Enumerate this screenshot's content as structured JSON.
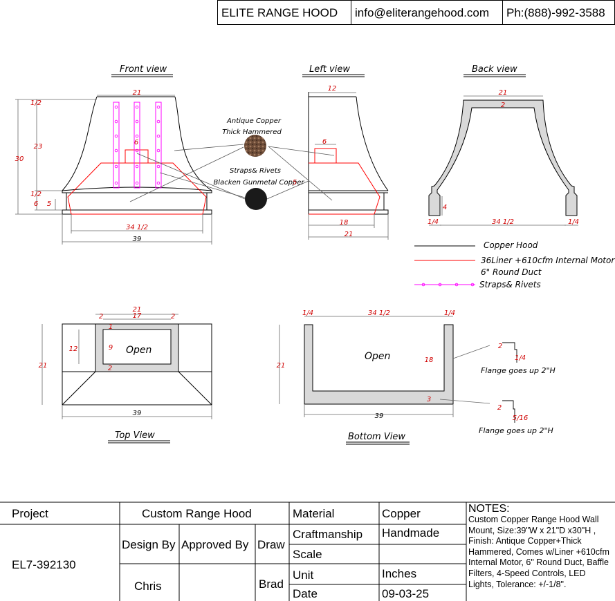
{
  "header": {
    "company": "ELITE RANGE HOOD",
    "email": "info@eliterangehood.com",
    "phone": "Ph:(888)-992-3588"
  },
  "views": {
    "front": "Front view",
    "left": "Left view",
    "back": "Back view",
    "top": "Top View",
    "bottom": "Bottom View"
  },
  "dims": {
    "front_top_width": "21",
    "front_top_lip": "1/2",
    "front_body_h": "23",
    "front_total_h": "30",
    "front_band_lip": "1/2",
    "front_band_6": "6",
    "front_band_5": "5",
    "front_box": "6",
    "front_inner_w": "34 1/2",
    "front_total_w": "39",
    "left_top_w": "12",
    "left_box": "6",
    "left_inner_d": "18",
    "left_total_d": "21",
    "left_side_label": "5",
    "back_top_w": "21",
    "back_top_t": "2",
    "back_4": "4",
    "back_inner_w": "34 1/2",
    "back_left_t": "1/4",
    "back_right_t": "1/4",
    "top_total": "21",
    "top_inner": "17",
    "top_left_2": "2",
    "top_right_2": "2",
    "top_1": "1",
    "top_12": "12",
    "top_9": "9",
    "top_bottom_2": "2",
    "top_depth": "21",
    "top_width": "39",
    "bottom_left_t": "1/4",
    "bottom_inner": "34 1/2",
    "bottom_right_t": "1/4",
    "bottom_depth": "21",
    "bottom_side": "18",
    "bottom_3": "3",
    "bottom_width": "39",
    "flange1_2": "2",
    "flange1_14": "1/4",
    "flange2_2": "2",
    "flange2_516": "5/16"
  },
  "labels": {
    "open_top": "Open",
    "open_bottom": "Open",
    "flange1": "Flange goes up 2\"H",
    "flange2": "Flange goes up 2\"H",
    "material1_l1": "Antique Copper",
    "material1_l2": "Thick Hammered",
    "material2_l1": "Straps& Rivets",
    "material2_l2": "Blacken Gunmetal Copper"
  },
  "legend": {
    "hood": "Copper Hood",
    "liner_l1": "36Liner +610cfm Internal Motor",
    "liner_l2": "6\" Round Duct",
    "straps": "Straps& Rivets"
  },
  "colors": {
    "copper_line": "#000000",
    "liner_line": "#ff0000",
    "straps_line": "#ff00ff",
    "dimension_text": "#d00000",
    "antique_copper": "#6b4a36",
    "gunmetal": "#1a1a1a",
    "section_fill": "#d9d9d9"
  },
  "titleblock": {
    "project_label": "Project",
    "project_value": "Custom Range Hood",
    "project_number": "EL7-392130",
    "design_by_label": "Design By",
    "approved_by_label": "Approved By",
    "draw_label": "Draw",
    "design_by_value": "Chris",
    "draw_value": "Brad",
    "material_label": "Material",
    "material_value": "Copper",
    "craftsmanship_label": "Craftmanship",
    "craftsmanship_value": "Handmade",
    "scale_label": "Scale",
    "unit_label": "Unit",
    "unit_value": "Inches",
    "date_label": "Date",
    "date_value": "09-03-25",
    "notes_title": "NOTES:",
    "notes_text": "Custom Copper Range Hood Wall Mount, Size:39\"W x 21\"D x30\"H , Finish: Antique Copper+Thick Hammered, Comes w/Liner +610cfm Internal Motor, 6\" Round Duct, Baffle Filters, 4-Speed Controls, LED Lights, Tolerance: +/-1/8\"."
  }
}
